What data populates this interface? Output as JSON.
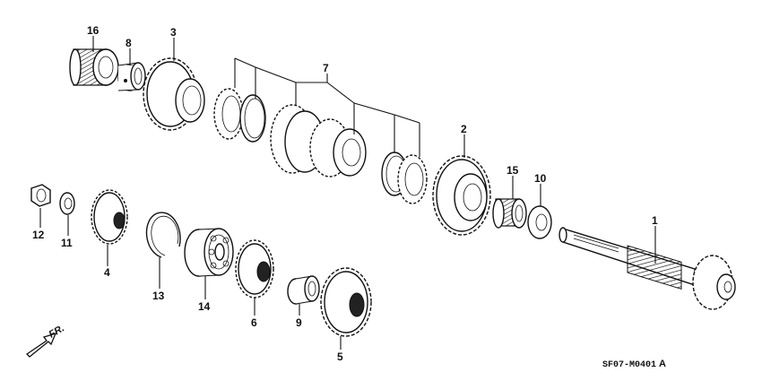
{
  "diagram": {
    "part_labels": [
      {
        "id": "1",
        "text": "1"
      },
      {
        "id": "2",
        "text": "2"
      },
      {
        "id": "3",
        "text": "3"
      },
      {
        "id": "4",
        "text": "4"
      },
      {
        "id": "5",
        "text": "5"
      },
      {
        "id": "6",
        "text": "6"
      },
      {
        "id": "7",
        "text": "7"
      },
      {
        "id": "8",
        "text": "8"
      },
      {
        "id": "9",
        "text": "9"
      },
      {
        "id": "10",
        "text": "10"
      },
      {
        "id": "11",
        "text": "11"
      },
      {
        "id": "12",
        "text": "12"
      },
      {
        "id": "13",
        "text": "13"
      },
      {
        "id": "14",
        "text": "14"
      },
      {
        "id": "15",
        "text": "15"
      },
      {
        "id": "16",
        "text": "16"
      }
    ],
    "direction_label": "FR.",
    "drawing_code": "SF07-M0401",
    "drawing_code_suffix": "A"
  }
}
